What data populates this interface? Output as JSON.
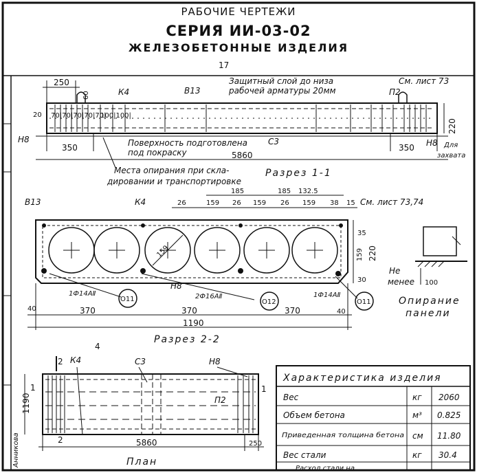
{
  "header": {
    "pretitle": "РАБОЧИЕ ЧЕРТЕЖИ",
    "series": "СЕРИЯ ИИ-03-02",
    "subtitle": "ЖЕЛЕЗОБЕТОННЫЕ ИЗДЕЛИЯ"
  },
  "page_number": "17",
  "elevation": {
    "dim_250": "250",
    "dim_60": "60",
    "mark_k4": "К4",
    "mark_b13": "В13",
    "note_cover": "Защитный слой до низа",
    "note_cover2": "рабочей арматуры 20мм",
    "see_sheet": "См. лист 73",
    "mark_p2": "П2",
    "dim_20": "20",
    "spacing": "70|70|70|70|70|",
    "spacing2": "100|100|",
    "dim_220": "220",
    "mark_h8_left": "Н8",
    "mark_h8_right": "Н8",
    "dim_350_left": "350",
    "dim_350_right": "350",
    "note_surface": "Поверхность подготовлена",
    "note_surface2": "под покраску",
    "mark_c3": "С3",
    "dim_5860": "5860",
    "note_grip": "Для",
    "note_grip2": "захвата",
    "note_support": "Места опирания при скла-",
    "note_support2": "дировании и транспортировке"
  },
  "section1": {
    "title": "Разрез 1-1",
    "dims_top1": [
      "185",
      "185",
      "132.5"
    ],
    "dims_top2": [
      "26",
      "159",
      "26",
      "159",
      "26",
      "159",
      "38",
      "15"
    ],
    "mark_b13": "В13",
    "mark_k4": "К4",
    "see_sheet": "См. лист 73,74",
    "diameter": "159",
    "dim_35": "35",
    "dim_159": "159",
    "dim_220": "220",
    "dim_30": "30",
    "mark_h8": "Н8",
    "rebar_left": "1Ф14АⅡ",
    "rebar_mid": "2Ф16АⅡ",
    "rebar_right": "1Ф14АⅡ",
    "circle_left": "О11",
    "circle_mid": "О12",
    "circle_right": "О11",
    "dim_40_left": "40",
    "dims_bottom": [
      "370",
      "370",
      "370"
    ],
    "dim_40_right": "40",
    "dim_total": "1190"
  },
  "support": {
    "note1": "Не",
    "note2": "менее",
    "dim_100": "100",
    "caption1": "Опирание",
    "caption2": "панели"
  },
  "section2": {
    "title": "Разрез 2-2",
    "number": "4"
  },
  "plan": {
    "mark_2_top": "2",
    "mark_k4": "К4",
    "mark_c3": "С3",
    "mark_h8": "Н8",
    "mark_1_left": "1",
    "mark_1_right": "1",
    "dim_1190": "1190",
    "mark_p2": "П2",
    "mark_2_bottom": "2",
    "dim_5860": "5860",
    "dim_250": "250",
    "title": "План",
    "side_label": "Анникова"
  },
  "characteristics": {
    "title": "Характеристика изделия",
    "rows": [
      {
        "name": "Вес",
        "unit": "кг",
        "value": "2060"
      },
      {
        "name": "Объем бетона",
        "unit": "м³",
        "value": "0.825"
      },
      {
        "name": "Приведенная толщина бетона",
        "unit": "см",
        "value": "11.80"
      },
      {
        "name": "Вес стали",
        "unit": "кг",
        "value": "30.4"
      }
    ],
    "cut_row": "Расход стали на"
  }
}
